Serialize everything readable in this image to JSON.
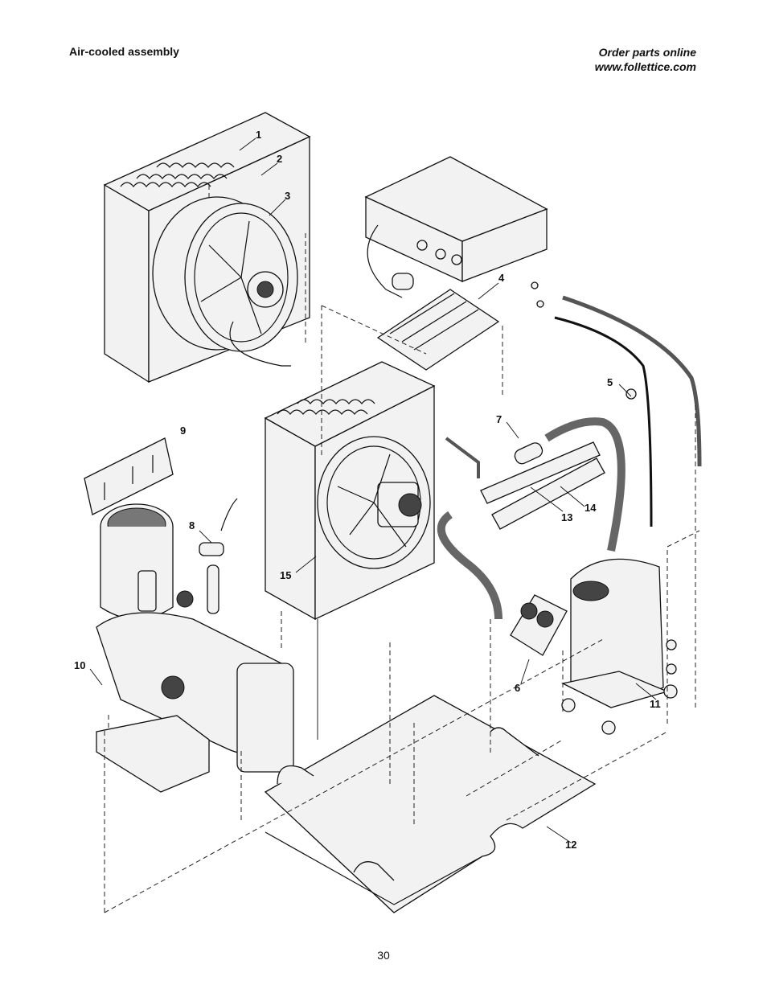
{
  "header": {
    "section_title": "Air-cooled assembly",
    "order_line1": "Order parts online",
    "order_line2": "www.follettice.com"
  },
  "callouts": [
    "1",
    "2",
    "3",
    "4",
    "5",
    "6",
    "7",
    "8",
    "9",
    "10",
    "11",
    "12",
    "13",
    "14",
    "15"
  ],
  "footer": {
    "page_number": "30"
  }
}
